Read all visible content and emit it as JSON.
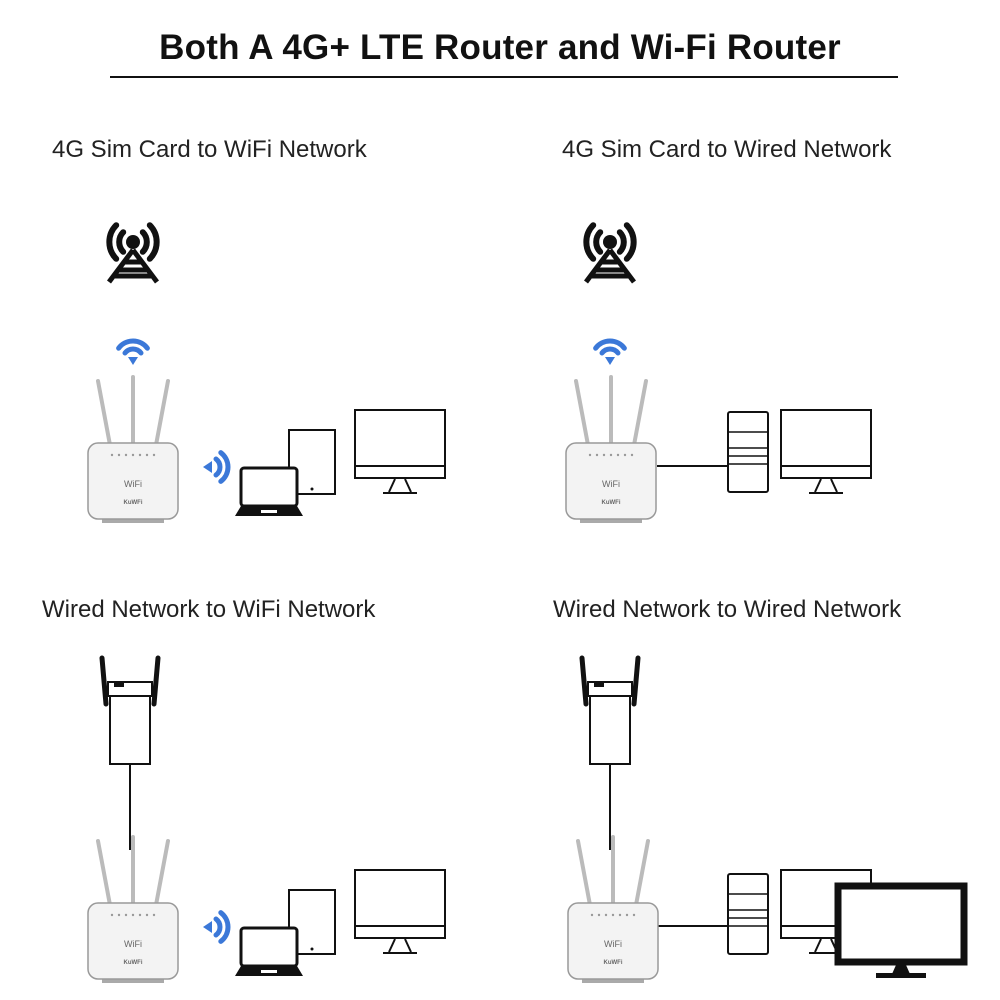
{
  "title": "Both A 4G+ LTE Router and Wi-Fi Router",
  "panels": [
    {
      "label": "4G Sim Card to WiFi Network",
      "icons": [
        "cell-tower-icon",
        "wifi-icon",
        "router-icon",
        "wifi-icon",
        "laptop-icon",
        "tablet-icon",
        "monitor-icon"
      ]
    },
    {
      "label": "4G Sim Card to Wired Network",
      "icons": [
        "cell-tower-icon",
        "wifi-icon",
        "router-icon",
        "cable-icon",
        "pc-tower-icon",
        "monitor-icon"
      ]
    },
    {
      "label": "Wired Network to WiFi Network",
      "icons": [
        "range-extender-icon",
        "cable-icon",
        "router-icon",
        "wifi-icon",
        "laptop-icon",
        "tablet-icon",
        "monitor-icon"
      ]
    },
    {
      "label": "Wired Network to Wired Network",
      "icons": [
        "range-extender-icon",
        "cable-icon",
        "router-icon",
        "cable-icon",
        "pc-tower-icon",
        "monitor-icon",
        "monitor-icon"
      ]
    }
  ],
  "router_logo": {
    "wifi": "WiFi",
    "brand": "KuWFi"
  },
  "colors": {
    "wifi_blue": "#3b78d8",
    "ink": "#111111",
    "router_body": "#f3f3f3"
  }
}
